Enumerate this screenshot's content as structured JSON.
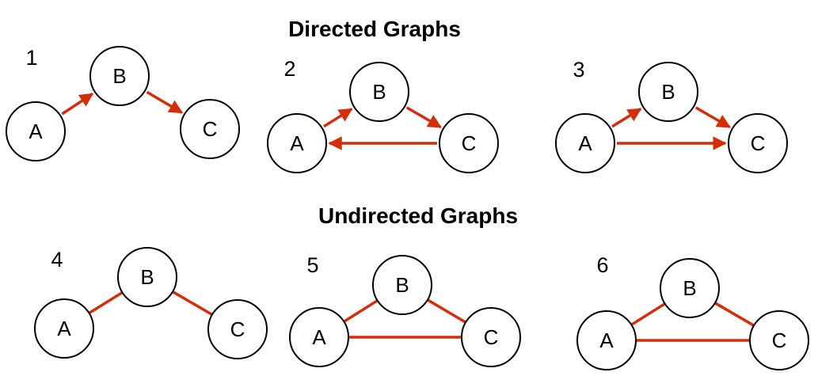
{
  "colors": {
    "edge": "#d52d0a",
    "node_stroke": "#000000",
    "node_fill": "#ffffff"
  },
  "sections": [
    {
      "title": "Directed Graphs",
      "directed": true,
      "graphs": [
        {
          "number": "1",
          "nodes": [
            {
              "id": "A",
              "label": "A"
            },
            {
              "id": "B",
              "label": "B"
            },
            {
              "id": "C",
              "label": "C"
            }
          ],
          "edges": [
            {
              "from": "A",
              "to": "B"
            },
            {
              "from": "B",
              "to": "C"
            }
          ]
        },
        {
          "number": "2",
          "nodes": [
            {
              "id": "A",
              "label": "A"
            },
            {
              "id": "B",
              "label": "B"
            },
            {
              "id": "C",
              "label": "C"
            }
          ],
          "edges": [
            {
              "from": "A",
              "to": "B"
            },
            {
              "from": "B",
              "to": "C"
            },
            {
              "from": "C",
              "to": "A"
            }
          ]
        },
        {
          "number": "3",
          "nodes": [
            {
              "id": "A",
              "label": "A"
            },
            {
              "id": "B",
              "label": "B"
            },
            {
              "id": "C",
              "label": "C"
            }
          ],
          "edges": [
            {
              "from": "A",
              "to": "B"
            },
            {
              "from": "B",
              "to": "C"
            },
            {
              "from": "A",
              "to": "C"
            }
          ]
        }
      ]
    },
    {
      "title": "Undirected Graphs",
      "directed": false,
      "graphs": [
        {
          "number": "4",
          "nodes": [
            {
              "id": "A",
              "label": "A"
            },
            {
              "id": "B",
              "label": "B"
            },
            {
              "id": "C",
              "label": "C"
            }
          ],
          "edges": [
            {
              "from": "A",
              "to": "B"
            },
            {
              "from": "B",
              "to": "C"
            }
          ]
        },
        {
          "number": "5",
          "nodes": [
            {
              "id": "A",
              "label": "A"
            },
            {
              "id": "B",
              "label": "B"
            },
            {
              "id": "C",
              "label": "C"
            }
          ],
          "edges": [
            {
              "from": "A",
              "to": "B"
            },
            {
              "from": "B",
              "to": "C"
            },
            {
              "from": "A",
              "to": "C"
            }
          ]
        },
        {
          "number": "6",
          "nodes": [
            {
              "id": "A",
              "label": "A"
            },
            {
              "id": "B",
              "label": "B"
            },
            {
              "id": "C",
              "label": "C"
            }
          ],
          "edges": [
            {
              "from": "A",
              "to": "B"
            },
            {
              "from": "B",
              "to": "C"
            },
            {
              "from": "A",
              "to": "C"
            }
          ]
        }
      ]
    }
  ]
}
